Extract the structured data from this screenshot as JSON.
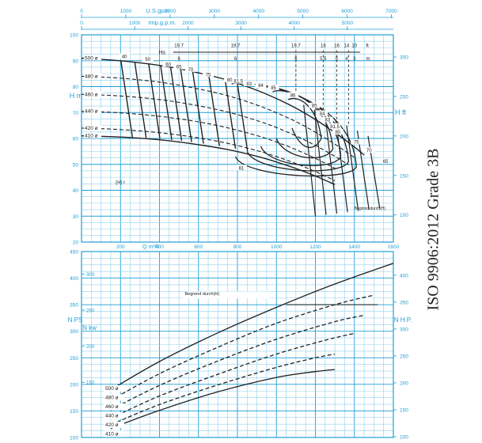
{
  "standard_label": "ISO 9906:2012 Grade 3B",
  "colors": {
    "grid": "#1f9fd6",
    "grid_minor": "#8fd0ee",
    "axis_text": "#1f9fd6",
    "curve": "#222222"
  },
  "chart_data": [
    {
      "type": "line",
      "panel": "head-flow",
      "xlabel": "Q m³/h",
      "ylabel_left": "H m",
      "ylabel_right": "H ft",
      "xlim": [
        0,
        1600
      ],
      "ylim": [
        20,
        100
      ],
      "x_ticks": [
        0,
        200,
        400,
        600,
        800,
        1000,
        1200,
        1400,
        1600
      ],
      "y_ticks": [
        20,
        30,
        40,
        50,
        60,
        70,
        80,
        90,
        100
      ],
      "right_axis": {
        "unit": "ft",
        "ticks": [
          100,
          150,
          200,
          250,
          300
        ]
      },
      "top_axes": [
        {
          "label": "U.S.gpm",
          "ticks": [
            0,
            1000,
            2000,
            3000,
            4000,
            5000,
            6000,
            7000
          ]
        },
        {
          "label": "Imp.g.p.m.",
          "ticks": [
            0,
            1000,
            2000,
            3000,
            4000,
            5000
          ]
        }
      ],
      "impeller_series": [
        {
          "name": "500 ø",
          "x": [
            0,
            150,
            300,
            450,
            600,
            750,
            900,
            1000,
            1100,
            1200,
            1300,
            1400,
            1450
          ],
          "y": [
            91,
            90.3,
            89.2,
            87.6,
            85.3,
            82.5,
            78.6,
            75.4,
            71.7,
            67.3,
            62.3,
            56.7,
            53.6
          ]
        },
        {
          "name": "480 ø",
          "x": [
            0,
            150,
            300,
            450,
            600,
            750,
            900,
            1000,
            1100,
            1200,
            1300,
            1400
          ],
          "y": [
            84,
            83.5,
            82.6,
            81.2,
            79.1,
            76.5,
            72.9,
            69.9,
            66.5,
            62.4,
            57.8,
            52.6
          ]
        },
        {
          "name": "460 ø",
          "x": [
            0,
            150,
            300,
            450,
            600,
            750,
            900,
            1000,
            1100,
            1200,
            1300,
            1370
          ],
          "y": [
            77,
            76.6,
            75.8,
            74.5,
            72.6,
            70.2,
            66.9,
            64.2,
            61.0,
            57.3,
            53.1,
            49.8
          ]
        },
        {
          "name": "440 ø",
          "x": [
            0,
            150,
            300,
            450,
            600,
            750,
            900,
            1000,
            1100,
            1200,
            1300
          ],
          "y": [
            70.5,
            70.1,
            69.3,
            68.1,
            66.4,
            64.1,
            61.1,
            58.6,
            55.7,
            52.3,
            48.5
          ]
        },
        {
          "name": "420 ø",
          "x": [
            0,
            150,
            300,
            450,
            600,
            750,
            900,
            1000,
            1100,
            1200,
            1300
          ],
          "y": [
            64,
            63.6,
            62.9,
            61.8,
            60.2,
            58.1,
            55.3,
            53.0,
            50.3,
            47.2,
            43.7
          ]
        },
        {
          "name": "410 ø",
          "x": [
            0,
            150,
            300,
            450,
            600,
            750,
            900,
            1000,
            1100,
            1200,
            1300
          ],
          "y": [
            61,
            60.7,
            60.1,
            59.1,
            57.6,
            55.7,
            53.1,
            50.9,
            48.4,
            45.5,
            42.2
          ]
        }
      ],
      "efficiency_labels": [
        {
          "text": "40",
          "x": 220,
          "y": 91
        },
        {
          "text": "50",
          "x": 340,
          "y": 90
        },
        {
          "text": "60",
          "x": 445,
          "y": 88
        },
        {
          "text": "65",
          "x": 500,
          "y": 87
        },
        {
          "text": "70",
          "x": 560,
          "y": 86
        },
        {
          "text": "75",
          "x": 650,
          "y": 84
        },
        {
          "text": "80",
          "x": 760,
          "y": 82
        },
        {
          "text": "81.5",
          "x": 805,
          "y": 81.5
        },
        {
          "text": "83",
          "x": 860,
          "y": 80.5
        },
        {
          "text": "84",
          "x": 920,
          "y": 79.8
        },
        {
          "text": "85",
          "x": 985,
          "y": 79
        },
        {
          "text": "86",
          "x": 1085,
          "y": 76
        },
        {
          "text": "85",
          "x": 1195,
          "y": 72
        },
        {
          "text": "84",
          "x": 1235,
          "y": 69
        },
        {
          "text": "83",
          "x": 1262,
          "y": 66.5
        },
        {
          "text": "81.5",
          "x": 1300,
          "y": 64
        },
        {
          "text": "80",
          "x": 1315,
          "y": 61.8
        },
        {
          "text": "75",
          "x": 1410,
          "y": 58
        },
        {
          "text": "70",
          "x": 1475,
          "y": 54.8
        },
        {
          "text": "65",
          "x": 1560,
          "y": 50.5
        },
        {
          "text": "81",
          "x": 820,
          "y": 48
        }
      ],
      "hs_scale": {
        "label": "Hs",
        "ft_values": [
          "19.7",
          "19.7",
          "19.7",
          "18",
          "16",
          "14",
          "10"
        ],
        "m_values": [
          "6",
          "6",
          "6",
          "5.5",
          "5",
          "4",
          "3"
        ],
        "units": [
          "ft",
          "m"
        ]
      },
      "npsh_note": "(H) r",
      "beginning_note": "Beginnd durch(H)"
    },
    {
      "type": "line",
      "panel": "power-flow",
      "ylabel_left": "N PS",
      "ylabel_left2": "N kw",
      "ylabel_right": "N H.P.",
      "xlim": [
        0,
        1600
      ],
      "ylim": [
        100,
        450
      ],
      "y_ticks": [
        100,
        150,
        200,
        250,
        300,
        350,
        400,
        450
      ],
      "kw_ticks": [
        150,
        200,
        250,
        300
      ],
      "right_axis": {
        "ticks": [
          100,
          150,
          200,
          250,
          300,
          350,
          400
        ]
      },
      "max_power_note": "Begrend durch(H)",
      "max_power_level": 350,
      "legend": [
        "500 ø",
        "480 ø",
        "460 ø",
        "440 ø",
        "420 ø",
        "410 ø"
      ],
      "series": [
        {
          "name": "500 ø",
          "style": "solid",
          "x": [
            150,
            400,
            700,
            1000,
            1300,
            1600
          ],
          "y": [
            190,
            243,
            297,
            345,
            389,
            428
          ]
        },
        {
          "name": "480 ø",
          "style": "dashed",
          "x": [
            150,
            400,
            700,
            1000,
            1300,
            1500
          ],
          "y": [
            170,
            220,
            270,
            315,
            350,
            368
          ]
        },
        {
          "name": "460 ø",
          "style": "dashed",
          "x": [
            150,
            400,
            700,
            1000,
            1300,
            1450
          ],
          "y": [
            152,
            198,
            244,
            285,
            318,
            330
          ]
        },
        {
          "name": "440 ø",
          "style": "dashed",
          "x": [
            150,
            400,
            700,
            1000,
            1250,
            1400
          ],
          "y": [
            136,
            178,
            219,
            257,
            283,
            296
          ]
        },
        {
          "name": "420 ø",
          "style": "dashed",
          "x": [
            150,
            400,
            700,
            1000,
            1200,
            1300
          ],
          "y": [
            124,
            162,
            199,
            232,
            250,
            257
          ]
        },
        {
          "name": "410 ø",
          "style": "solid",
          "x": [
            150,
            400,
            700,
            1000,
            1200,
            1300
          ],
          "y": [
            117,
            151,
            186,
            213,
            224,
            228
          ]
        }
      ]
    }
  ]
}
